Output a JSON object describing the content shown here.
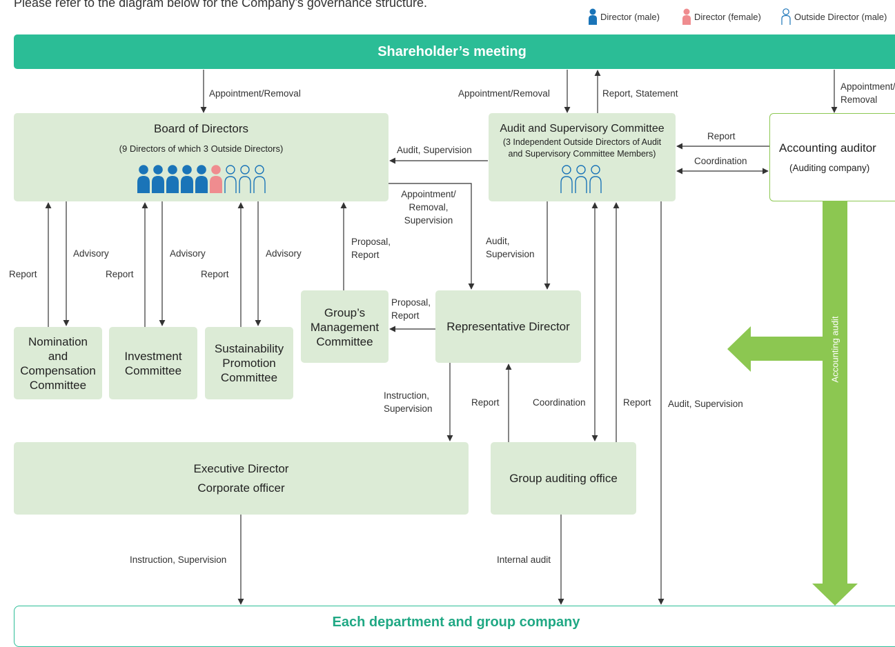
{
  "intro_text": "Please refer to the diagram below for the Company’s governance structure.",
  "legend": {
    "male": "Director (male)",
    "female": "Director (female)",
    "outside": "Outside Director (male)"
  },
  "colors": {
    "teal": "#2bbd96",
    "box_fill": "#dcebd6",
    "male_icon": "#1a74b8",
    "female_icon": "#ef8c8f",
    "outside_icon": "#1a74b8",
    "audit_arrow": "#8cc751"
  },
  "boxes": {
    "shareholders": "Shareholder’s meeting",
    "board_title": "Board of Directors",
    "board_sub": "(9 Directors of which 3 Outside Directors)",
    "audit_title": "Audit and Supervisory Committee",
    "audit_sub_1": "(3 Independent Outside Directors of Audit",
    "audit_sub_2": "and Supervisory Committee Members)",
    "accounting_title": "Accounting auditor",
    "accounting_sub": "(Auditing company)",
    "nomination_1": "Nomination",
    "nomination_2": "and",
    "nomination_3": "Compensation",
    "nomination_4": "Committee",
    "investment_1": "Investment",
    "investment_2": "Committee",
    "sustainability_1": "Sustainability",
    "sustainability_2": "Promotion",
    "sustainability_3": "Committee",
    "mgmt_1": "Group’s",
    "mgmt_2": "Management",
    "mgmt_3": "Committee",
    "representative": "Representative Director",
    "executive_1": "Executive Director",
    "executive_2": "Corporate officer",
    "group_audit": "Group auditing office",
    "departments": "Each department and group company"
  },
  "board_members": {
    "male": 5,
    "female": 1,
    "outside": 3
  },
  "audit_members": {
    "outside": 3
  },
  "labels": {
    "appt_removal_1": "Appointment/Removal",
    "appt_removal_2": "Appointment/Removal",
    "report_statement": "Report, Statement",
    "appt_right_1": "Appointment/",
    "appt_right_2": "Removal",
    "audit_supervision_board": "Audit, Supervision",
    "report_auditor": "Report",
    "coordination_auditor": "Coordination",
    "asr_1": "Appointment/",
    "asr_2": "Removal,",
    "asr_3": "Supervision",
    "advisory_1": "Advisory",
    "advisory_2": "Advisory",
    "advisory_3": "Advisory",
    "report_1": "Report",
    "report_2": "Report",
    "report_3": "Report",
    "proposal_report_1a": "Proposal,",
    "proposal_report_1b": "Report",
    "audit_sup_rep_1": "Audit,",
    "audit_sup_rep_2": "Supervision",
    "proposal_report_2a": "Proposal,",
    "proposal_report_2b": "Report",
    "instr_sup_a": "Instruction,",
    "instr_sup_b": "Supervision",
    "report_gao": "Report",
    "coordination_gao": "Coordination",
    "report_gao_2": "Report",
    "audit_supervision_dept": "Audit, Supervision",
    "accounting_audit": "Accounting audit",
    "instr_sup_bottom": "Instruction, Supervision",
    "internal_audit": "Internal audit"
  }
}
